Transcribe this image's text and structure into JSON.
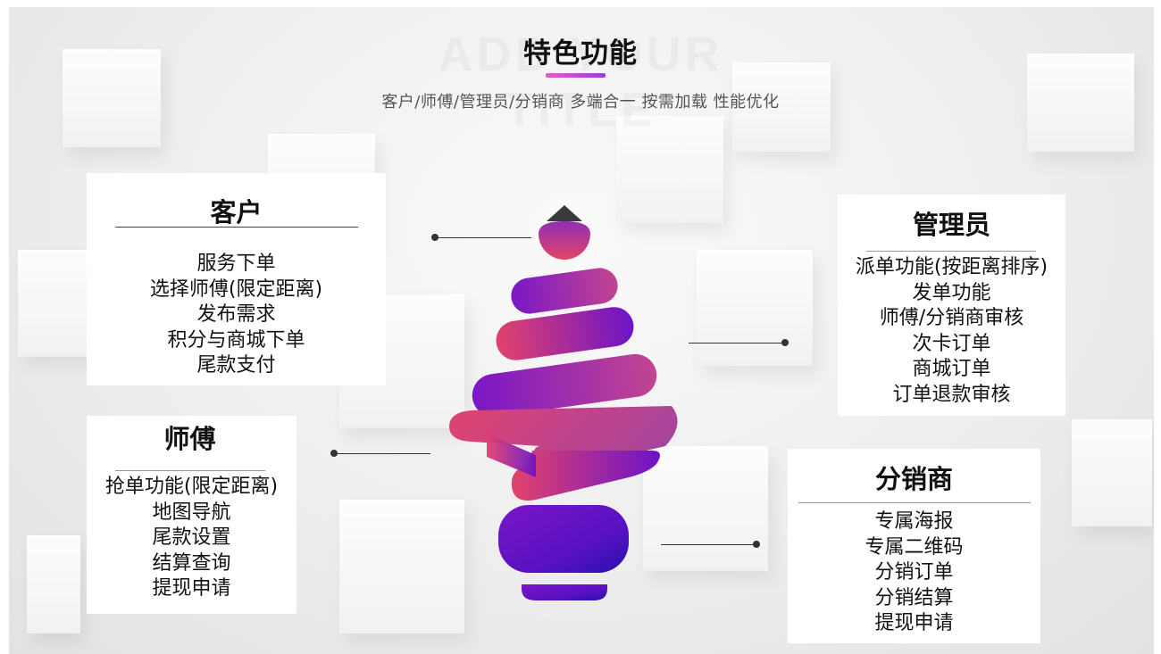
{
  "header": {
    "watermark": "ADD YOUR TITLE",
    "title": "特色功能",
    "subtitle": "客户/师傅/管理员/分销商 多端合一 按需加载 性能优化"
  },
  "colors": {
    "accent_pink": "#e23a6d",
    "accent_purple": "#6d12c9",
    "accent_indigo": "#3a0fb4",
    "title_bar": "#c94fd0"
  },
  "cards": {
    "customer": {
      "title": "客户",
      "items": [
        "服务下单",
        "选择师傅(限定距离)",
        "发布需求",
        "积分与商城下单",
        "尾款支付"
      ]
    },
    "master": {
      "title": "师傅",
      "items": [
        "抢单功能(限定距离)",
        "地图导航",
        "尾款设置",
        "结算查询",
        "提现申请"
      ]
    },
    "admin": {
      "title": "管理员",
      "items": [
        "派单功能(按距离排序)",
        "发单功能",
        "师傅/分销商审核",
        "次卡订单",
        "商城订单",
        "订单退款审核"
      ]
    },
    "distributor": {
      "title": "分销商",
      "items": [
        "专属海报",
        "专属二维码",
        "分销订单",
        "分销结算",
        "提现申请"
      ]
    }
  },
  "illustration": {
    "name": "light-bulb-icon"
  }
}
